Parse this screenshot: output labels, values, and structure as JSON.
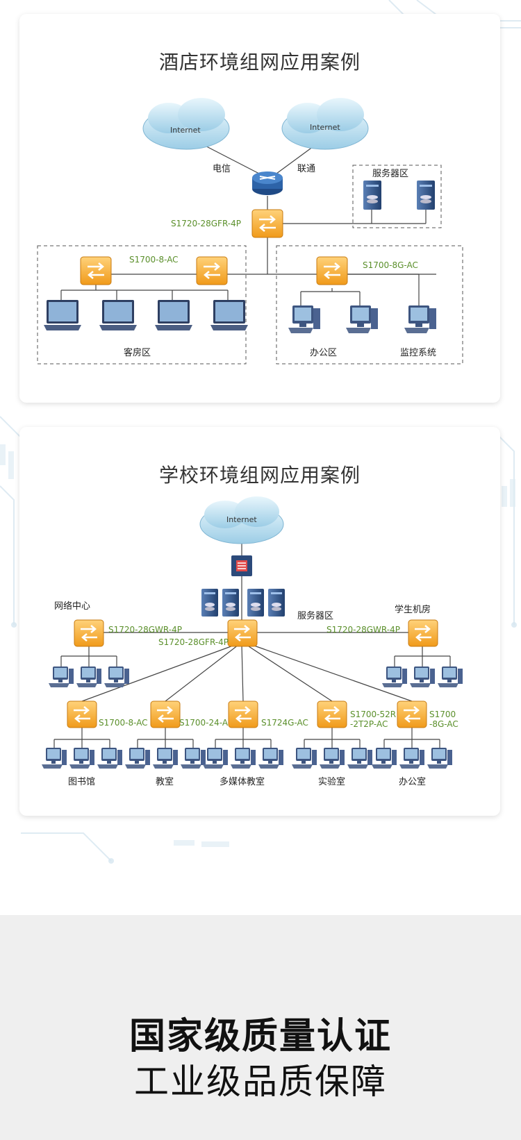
{
  "hotel": {
    "title": "酒店环境组网应用案例",
    "internet_1": "Internet",
    "internet_2": "Internet",
    "isp_1": "电信",
    "isp_2": "联通",
    "core_switch": "S1720-28GFR-4P",
    "switch_guest": "S1700-8-AC",
    "switch_office": "S1700-8G-AC",
    "server_zone": "服务器区",
    "guest_zone": "客房区",
    "office_zone": "办公区",
    "monitor_zone": "监控系统"
  },
  "school": {
    "title": "学校环境组网应用案例",
    "internet": "Internet",
    "server_zone": "服务器区",
    "network_center": "网络中心",
    "student_lab": "学生机房",
    "switch_left": "S1720-28GWR-4P",
    "switch_core": "S1720-28GFR-4P",
    "switch_right": "S1720-28GWR-4P",
    "sw_1": "S1700-8-AC",
    "sw_2": "S1700-24-AC",
    "sw_3": "S1724G-AC",
    "sw_4_line1": "S1700-52R",
    "sw_4_line2": "-2T2P-AC",
    "sw_5_line1": "S1700",
    "sw_5_line2": "-8G-AC",
    "zone_1": "图书馆",
    "zone_2": "教室",
    "zone_3": "多媒体教室",
    "zone_4": "实验室",
    "zone_5": "办公室"
  },
  "slogan": {
    "line1": "国家级质量认证",
    "line2": "工业级品质保障"
  },
  "colors": {
    "switch_orange": "#f5a623",
    "label_green": "#5a8f2a",
    "cloud_blue": "#bfe0f0",
    "server_blue": "#2c4a7a"
  }
}
